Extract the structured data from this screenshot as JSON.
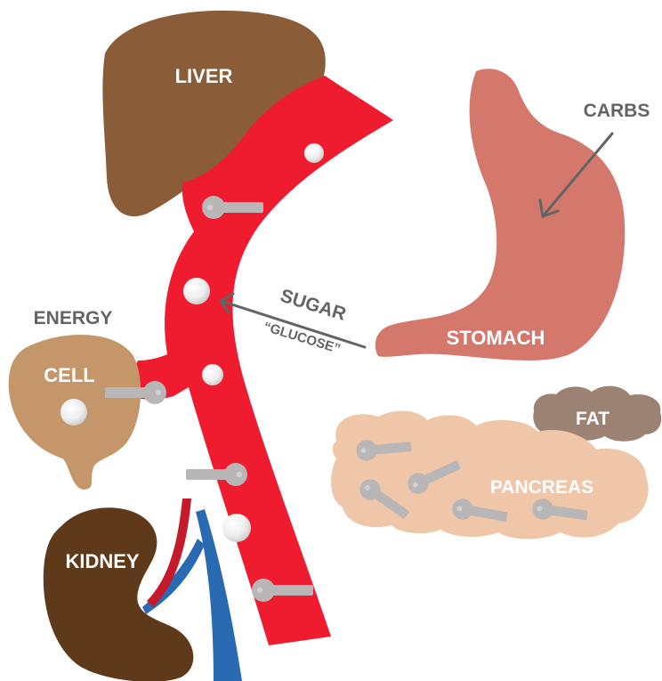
{
  "labels": {
    "liver": "LIVER",
    "carbs": "CARBS",
    "energy": "ENERGY",
    "cell": "CELL",
    "sugar": "SUGAR",
    "glucose": "“GLUCOSE”",
    "stomach": "STOMACH",
    "fat": "FAT",
    "pancreas": "PANCREAS",
    "kidney": "KIDNEY"
  },
  "colors": {
    "liver": "#8a5c37",
    "blood_vessel": "#ee1c2e",
    "vein": "#2a6ab3",
    "artery_dark": "#c41a2a",
    "stomach": "#d4786c",
    "cell": "#c4966a",
    "kidney": "#5f3a1a",
    "fat": "#9b8272",
    "pancreas": "#f0c6a8",
    "key": "#b8b6b6",
    "glucose_ball": "#f1f1f1",
    "text_white": "#ffffff",
    "text_gray": "#626466",
    "arrow": "#626466"
  },
  "icons": {
    "glucose": "white-sphere",
    "insulin": "key-icon"
  }
}
